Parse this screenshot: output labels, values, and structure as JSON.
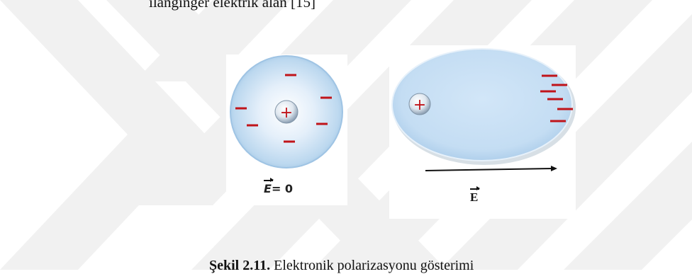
{
  "top_text": "ilanginger elektrik alan [15]",
  "figure": {
    "left_label_symbol": "E",
    "left_label_value": "= 0",
    "right_label_symbol": "E",
    "positive_charge": "+",
    "negative_charge": "−"
  },
  "caption": {
    "number": "Şekil 2.11.",
    "text": "Elektronik polarizasyonu gösterimi"
  },
  "colors": {
    "atom_fill": "#cfe3f5",
    "charge_red": "#c0141a",
    "watermark": "#f1f1f1"
  }
}
